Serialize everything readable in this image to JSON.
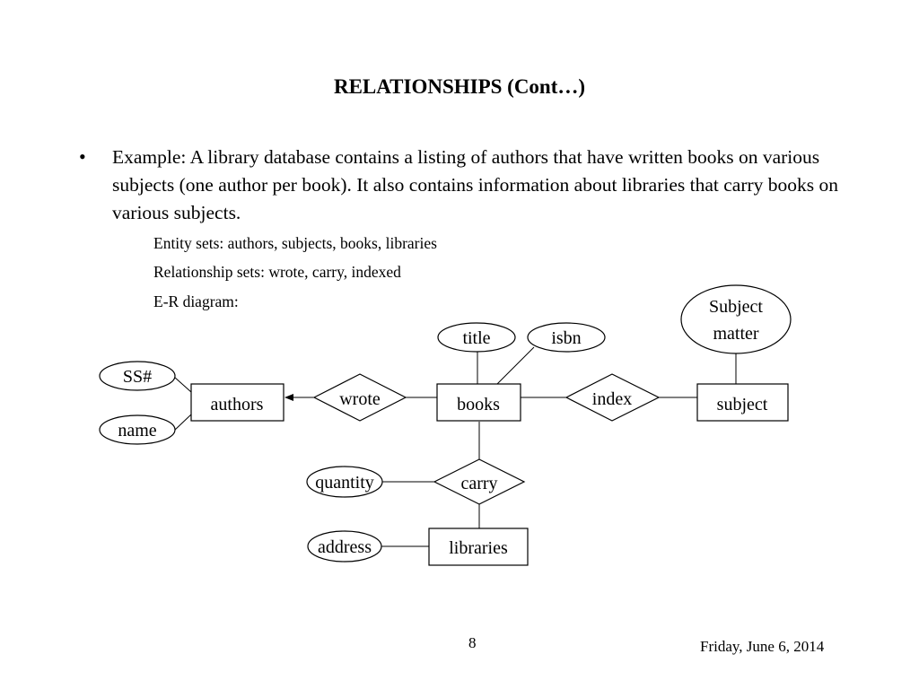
{
  "slide": {
    "title": "RELATIONSHIPS (Cont…)",
    "bullet_marker": "•",
    "bullet_text": "Example:  A library database contains a listing of authors that have written books on various subjects (one author per book).  It also contains information about libraries that carry books on various subjects.",
    "sub_items": [
      "Entity sets: authors, subjects, books, libraries",
      "Relationship sets: wrote, carry, indexed",
      "E-R diagram:"
    ]
  },
  "diagram": {
    "entities": [
      "authors",
      "books",
      "subject",
      "libraries"
    ],
    "relationships": [
      "wrote",
      "index",
      "carry"
    ],
    "attributes": {
      "authors": [
        "SS#",
        "name"
      ],
      "books": [
        "title",
        "isbn"
      ],
      "subject": [
        "Subject",
        "matter"
      ],
      "carry": [
        "quantity"
      ],
      "libraries": [
        "address"
      ]
    }
  },
  "footer": {
    "page_number": "8",
    "date": "Friday, June 6, 2014"
  }
}
